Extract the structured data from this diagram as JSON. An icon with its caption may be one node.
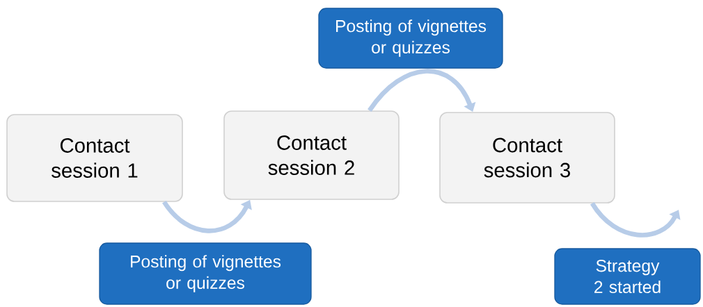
{
  "diagram": {
    "nodes": [
      {
        "text": [
          "Contact session 1"
        ]
      },
      {
        "text": [
          "Contact session 2"
        ]
      },
      {
        "text": [
          "Contact session 3"
        ]
      },
      {
        "text": [
          "Posting of vignettes or quizzes"
        ]
      },
      {
        "text": [
          "Posting of vignettes or quizzes"
        ]
      },
      {
        "text": [
          "Strategy 2 started"
        ]
      }
    ],
    "edges": [
      {
        "from": 0,
        "to": 1,
        "arrow": "to"
      },
      {
        "from": 1,
        "to": 2,
        "arrow": "to"
      },
      {
        "from": 2,
        "to": null,
        "arrow": "to"
      }
    ]
  }
}
